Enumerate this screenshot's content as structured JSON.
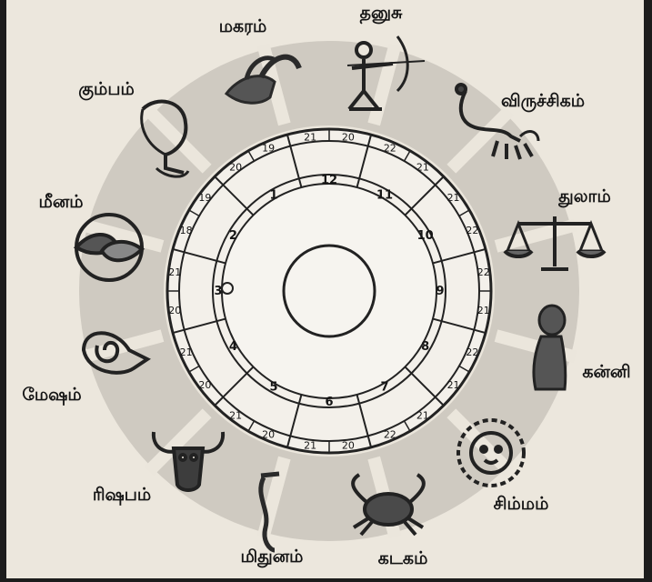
{
  "signs": [
    {
      "key": "magaram",
      "label": "மகரம்",
      "icon": "goat-icon"
    },
    {
      "key": "dhanusu",
      "label": "தனுசு",
      "icon": "archer-icon"
    },
    {
      "key": "viruchigam",
      "label": "விருச்சிகம்",
      "icon": "scorpion-icon"
    },
    {
      "key": "thulam",
      "label": "துலாம்",
      "icon": "scales-icon"
    },
    {
      "key": "kanni",
      "label": "கன்னி",
      "icon": "maiden-icon"
    },
    {
      "key": "simmam",
      "label": "சிம்மம்",
      "icon": "lion-icon"
    },
    {
      "key": "kadagam",
      "label": "கடகம்",
      "icon": "crab-icon"
    },
    {
      "key": "mithunam",
      "label": "மிதுனம்",
      "icon": "twins-icon"
    },
    {
      "key": "rishabam",
      "label": "ரிஷபம்",
      "icon": "bull-icon"
    },
    {
      "key": "mesham",
      "label": "மேஷம்",
      "icon": "ram-icon"
    },
    {
      "key": "meenam",
      "label": "மீனம்",
      "icon": "fish-icon"
    },
    {
      "key": "kumbam",
      "label": "கும்பம்",
      "icon": "water-bearer-icon"
    }
  ],
  "wheel": {
    "houses": [
      "1",
      "2",
      "3",
      "4",
      "5",
      "6",
      "7",
      "8",
      "9",
      "10",
      "11",
      "12"
    ],
    "degrees": [
      [
        "20",
        "19"
      ],
      [
        "18",
        "19"
      ],
      [
        "20",
        "21"
      ],
      [
        "20",
        "21"
      ],
      [
        "20",
        "21"
      ],
      [
        "20",
        "21"
      ],
      [
        "21",
        "22"
      ],
      [
        "22",
        "21"
      ],
      [
        "22",
        "21"
      ],
      [
        "21",
        "22"
      ],
      [
        "22",
        "21"
      ],
      [
        "21",
        "20"
      ]
    ]
  }
}
